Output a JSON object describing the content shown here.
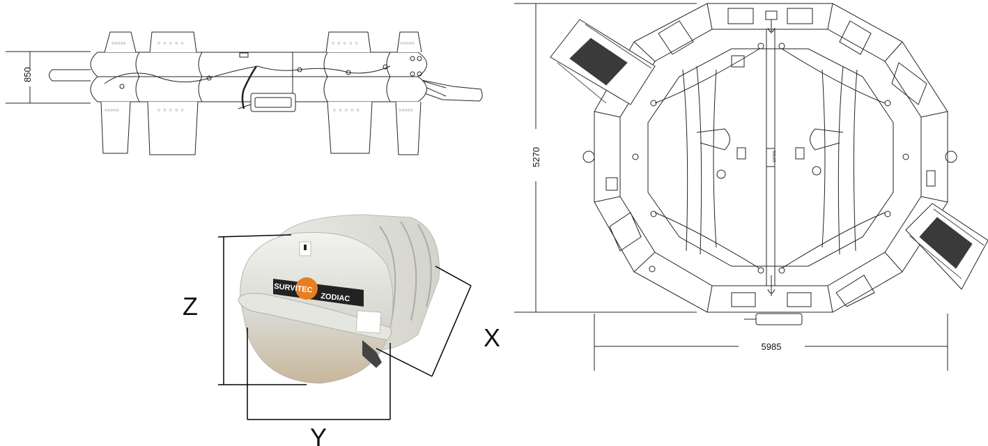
{
  "side_view": {
    "height_dimension": "850"
  },
  "top_view": {
    "height_dimension": "5270",
    "width_dimension": "5985",
    "center_marking": "SOLAS"
  },
  "container_photo": {
    "brand_left": "SURVITEC",
    "brand_right": "ZODIAC",
    "axis_z": "Z",
    "axis_y": "Y",
    "axis_x": "X"
  }
}
